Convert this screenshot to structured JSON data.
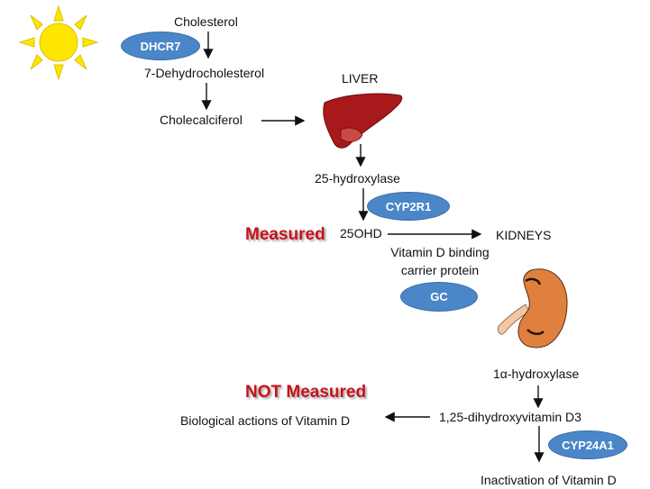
{
  "steps": {
    "cholesterol": "Cholesterol",
    "dehydro": "7-Dehydrocholesterol",
    "cholecalciferol": "Cholecalciferol",
    "liver": "LIVER",
    "hydroxylase25": "25-hydroxylase",
    "ohd25": "25OHD",
    "kidneys": "KIDNEYS",
    "binding_line1": "Vitamin D binding",
    "binding_line2": "carrier protein",
    "hydroxylase1a": "1α-hydroxylase",
    "dihydroxy": "1,25-dihydroxyvitamin D3",
    "biological": "Biological actions of Vitamin D",
    "inactivation": "Inactivation of  Vitamin D"
  },
  "enzymes": {
    "dhcr7": "DHCR7",
    "cyp2r1": "CYP2R1",
    "gc": "GC",
    "cyp24a1": "CYP24A1"
  },
  "annotations": {
    "measured": "Measured",
    "not_measured": "NOT Measured"
  },
  "colors": {
    "enzyme_fill": "#4a86c8",
    "annotation_red": "#c8121c",
    "sun_yellow": "#ffe600",
    "liver_red": "#a8191b",
    "kidney_orange": "#e0803f"
  },
  "icons": {
    "sun": "sun-icon",
    "liver": "liver-icon",
    "kidney": "kidney-icon"
  }
}
